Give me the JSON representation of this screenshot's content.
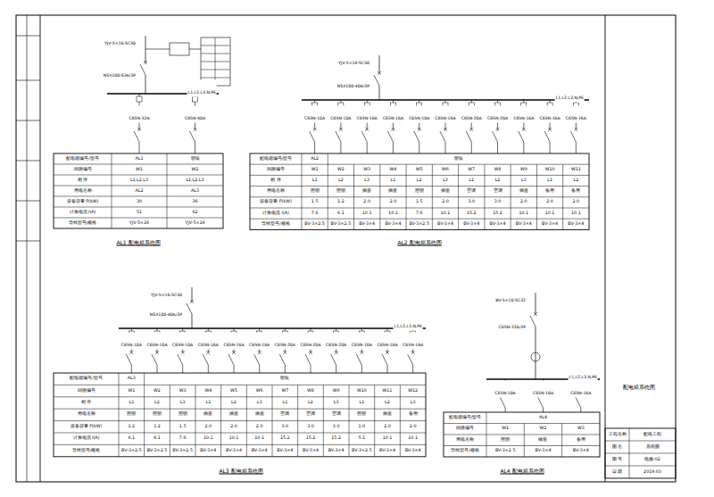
{
  "diagram": {
    "labels": [
      "配电箱编号/型号",
      "AL1",
      "明装",
      "回路编号",
      "W1",
      "W2",
      "相 序",
      "L1,L2,L3",
      "L1,L2,L3",
      "用电名称",
      "AL2",
      "AL3",
      "设备容量 P(kW)",
      "30",
      "36",
      "计算电流 I(A)",
      "51",
      "62",
      "导线型号/规格",
      "YJV-5×16",
      "YJV-5×16",
      "配电箱编号/型号",
      "AL2",
      "明装",
      "回路编号",
      "W1",
      "W2",
      "W3",
      "W4",
      "W5",
      "W6",
      "W7",
      "W8",
      "W9",
      "W10",
      "W11",
      "相 序",
      "L1",
      "L2",
      "L3",
      "L1",
      "L2",
      "L3",
      "L1",
      "L2",
      "L3",
      "L1",
      "L2",
      "用电名称",
      "照明",
      "照明",
      "插座",
      "插座",
      "照明",
      "插座",
      "空调",
      "空调",
      "插座",
      "备用",
      "备用",
      "设备容量 P(kW)",
      "1.5",
      "1.2",
      "2.0",
      "2.0",
      "1.5",
      "2.0",
      "3.0",
      "3.0",
      "2.0",
      "2.0",
      "2.0",
      "计算电流 I(A)",
      "7.6",
      "6.1",
      "10.1",
      "10.1",
      "7.6",
      "10.1",
      "15.2",
      "15.2",
      "10.1",
      "10.1",
      "10.1",
      "导线型号/规格",
      "BV-3×2.5",
      "BV-3×2.5",
      "BV-3×4",
      "BV-3×4",
      "BV-3×2.5",
      "BV-3×4",
      "BV-3×4",
      "BV-3×4",
      "BV-3×4",
      "BV-3×4",
      "BV-3×4",
      "配电箱编号/型号",
      "AL3",
      "明装",
      "回路编号",
      "W1",
      "W2",
      "W3",
      "W4",
      "W5",
      "W6",
      "W7",
      "W8",
      "W9",
      "W10",
      "W11",
      "W12",
      "相 序",
      "L1",
      "L2",
      "L3",
      "L1",
      "L2",
      "L3",
      "L1",
      "L2",
      "L3",
      "L1",
      "L2",
      "L3",
      "用电名称",
      "照明",
      "照明",
      "照明",
      "插座",
      "插座",
      "插座",
      "空调",
      "空调",
      "空调",
      "照明",
      "插座",
      "备用",
      "设备容量 P(kW)",
      "1.2",
      "1.2",
      "1.5",
      "2.0",
      "2.0",
      "2.0",
      "3.0",
      "3.0",
      "3.0",
      "1.0",
      "2.0",
      "2.0",
      "计算电流 I(A)",
      "6.1",
      "6.1",
      "7.6",
      "10.1",
      "10.1",
      "10.1",
      "15.2",
      "15.2",
      "15.2",
      "5.1",
      "10.1",
      "10.1",
      "导线型号/规格",
      "BV-3×2.5",
      "BV-3×2.5",
      "BV-3×2.5",
      "BV-3×4",
      "BV-3×4",
      "BV-3×4",
      "BV-3×4",
      "BV-3×4",
      "BV-3×4",
      "BV-3×2.5",
      "BV-3×4",
      "BV-3×4",
      "配电箱编号/型号",
      "AL4",
      "回路编号",
      "W1",
      "W2",
      "W3",
      "用电名称",
      "照明",
      "插座",
      "备用",
      "导线型号/规格",
      "BV-3×2.5",
      "BV-3×4",
      "BV-3×4",
      "AL1 配电箱系统图",
      "AL2 配电箱系统图",
      "AL3 配电箱系统图",
      "AL4 配电箱系统图",
      "YJV-5×16-SC50",
      "NSX100-63A/3P",
      "L1,L2,L3,N,PE",
      "C65N-32A",
      "C65N-40A",
      "YJV-5×16-SC50",
      "NSX100-40A/3P",
      "L1,L2,L3,N,PE",
      "C65N-10A",
      "C65N-10A",
      "C65N-16A",
      "C65N-16A",
      "C65N-10A",
      "C65N-16A",
      "C65N-20A",
      "C65N-20A",
      "C65N-16A",
      "C65N-16A",
      "C65N-16A",
      "YJV-5×16-SC50",
      "NSX100-40A/3P",
      "L1,L2,L3,N,PE",
      "C65N-10A",
      "C65N-10A",
      "C65N-10A",
      "C65N-16A",
      "C65N-16A",
      "C65N-16A",
      "C65N-20A",
      "C65N-20A",
      "C65N-20A",
      "C65N-10A",
      "C65N-16A",
      "C65N-16A",
      "BV-5×10-SC32",
      "C65N-32A/3P",
      "L1,L2,L3,N,PE",
      "C65N-10A",
      "C65N-16A",
      "C65N-16A",
      "配电箱系统图",
      "工程名称",
      "配电工程",
      "图 名",
      "系统图",
      "图 号",
      "电施-02",
      "日 期",
      "2019.03"
    ]
  }
}
